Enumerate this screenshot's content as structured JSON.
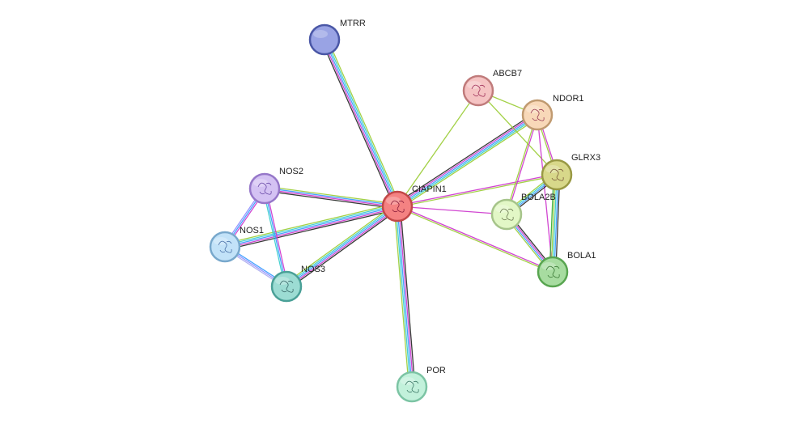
{
  "network": {
    "nodes": [
      {
        "id": "CIAPIN1",
        "label": "CIAPIN1",
        "fill": "#f48282",
        "stroke": "#c24848",
        "inner": "#8a1d3a"
      },
      {
        "id": "MTRR",
        "label": "MTRR",
        "fill": "#99a3e4",
        "stroke": "#4a57a6",
        "inner": ""
      },
      {
        "id": "ABCB7",
        "label": "ABCB7",
        "fill": "#f5c3c3",
        "stroke": "#c07b7b",
        "inner": "#a0305a"
      },
      {
        "id": "NDOR1",
        "label": "NDOR1",
        "fill": "#f8d8b8",
        "stroke": "#c09a70",
        "inner": "#9a3d55"
      },
      {
        "id": "GLRX3",
        "label": "GLRX3",
        "fill": "#d8d88a",
        "stroke": "#999944",
        "inner": "#7a5a3a"
      },
      {
        "id": "BOLA2B",
        "label": "BOLA2B",
        "fill": "#e2f7c6",
        "stroke": "#a6c48a",
        "inner": "#6b7a50"
      },
      {
        "id": "BOLA1",
        "label": "BOLA1",
        "fill": "#a7dca0",
        "stroke": "#58a550",
        "inner": "#3b7a35"
      },
      {
        "id": "NOS2",
        "label": "NOS2",
        "fill": "#d4c2f3",
        "stroke": "#9677c9",
        "inner": "#6a4aa8"
      },
      {
        "id": "NOS1",
        "label": "NOS1",
        "fill": "#c2e2f8",
        "stroke": "#78a8cc",
        "inner": "#4a72a8"
      },
      {
        "id": "NOS3",
        "label": "NOS3",
        "fill": "#9cdcd3",
        "stroke": "#4aa097",
        "inner": "#3a6a6a"
      },
      {
        "id": "POR",
        "label": "POR",
        "fill": "#c2f1db",
        "stroke": "#7cc4a4",
        "inner": "#3e7a68"
      }
    ],
    "edges": [
      {
        "source": "CIAPIN1",
        "target": "MTRR",
        "colors": [
          "#222222",
          "#cc33cc",
          "#3399ff",
          "#33cccc",
          "#99cc33"
        ]
      },
      {
        "source": "CIAPIN1",
        "target": "NOS2",
        "colors": [
          "#222222",
          "#cc33cc",
          "#3399ff",
          "#99cc33"
        ]
      },
      {
        "source": "CIAPIN1",
        "target": "NOS1",
        "colors": [
          "#222222",
          "#cc33cc",
          "#3399ff",
          "#33cccc",
          "#99cc33"
        ]
      },
      {
        "source": "CIAPIN1",
        "target": "NOS3",
        "colors": [
          "#222222",
          "#cc33cc",
          "#3399ff",
          "#33cccc",
          "#99cc33"
        ]
      },
      {
        "source": "CIAPIN1",
        "target": "POR",
        "colors": [
          "#222222",
          "#cc33cc",
          "#3399ff",
          "#33cccc",
          "#99cc33"
        ]
      },
      {
        "source": "CIAPIN1",
        "target": "NDOR1",
        "colors": [
          "#222222",
          "#cc33cc",
          "#3399ff",
          "#33cccc",
          "#99cc33"
        ]
      },
      {
        "source": "CIAPIN1",
        "target": "ABCB7",
        "colors": [
          "#99cc33"
        ]
      },
      {
        "source": "CIAPIN1",
        "target": "GLRX3",
        "colors": [
          "#cc33cc",
          "#99cc33"
        ]
      },
      {
        "source": "CIAPIN1",
        "target": "BOLA2B",
        "colors": [
          "#cc33cc"
        ]
      },
      {
        "source": "CIAPIN1",
        "target": "BOLA1",
        "colors": [
          "#cc33cc",
          "#99cc33"
        ]
      },
      {
        "source": "NOS2",
        "target": "NOS1",
        "colors": [
          "#cc33cc",
          "#3399ff",
          "#8888ff"
        ]
      },
      {
        "source": "NOS2",
        "target": "NOS3",
        "colors": [
          "#cc33cc",
          "#3399ff",
          "#33cccc"
        ]
      },
      {
        "source": "NOS1",
        "target": "NOS3",
        "colors": [
          "#3399ff",
          "#8888ff",
          "#aaaaee"
        ]
      },
      {
        "source": "ABCB7",
        "target": "NDOR1",
        "colors": [
          "#99cc33"
        ]
      },
      {
        "source": "ABCB7",
        "target": "GLRX3",
        "colors": [
          "#99cc33"
        ]
      },
      {
        "source": "NDOR1",
        "target": "GLRX3",
        "colors": [
          "#cc33cc",
          "#99cc33"
        ]
      },
      {
        "source": "NDOR1",
        "target": "BOLA2B",
        "colors": [
          "#cc33cc",
          "#99cc33"
        ]
      },
      {
        "source": "NDOR1",
        "target": "BOLA1",
        "colors": [
          "#cc33cc"
        ]
      },
      {
        "source": "GLRX3",
        "target": "BOLA2B",
        "colors": [
          "#222222",
          "#3399ff",
          "#33cccc",
          "#99cc33"
        ]
      },
      {
        "source": "GLRX3",
        "target": "BOLA1",
        "colors": [
          "#222222",
          "#3399ff",
          "#33cccc",
          "#99cc33",
          "#33aa33"
        ]
      },
      {
        "source": "BOLA2B",
        "target": "BOLA1",
        "colors": [
          "#222222",
          "#cc33cc",
          "#3399ff",
          "#99cc33"
        ]
      }
    ]
  }
}
